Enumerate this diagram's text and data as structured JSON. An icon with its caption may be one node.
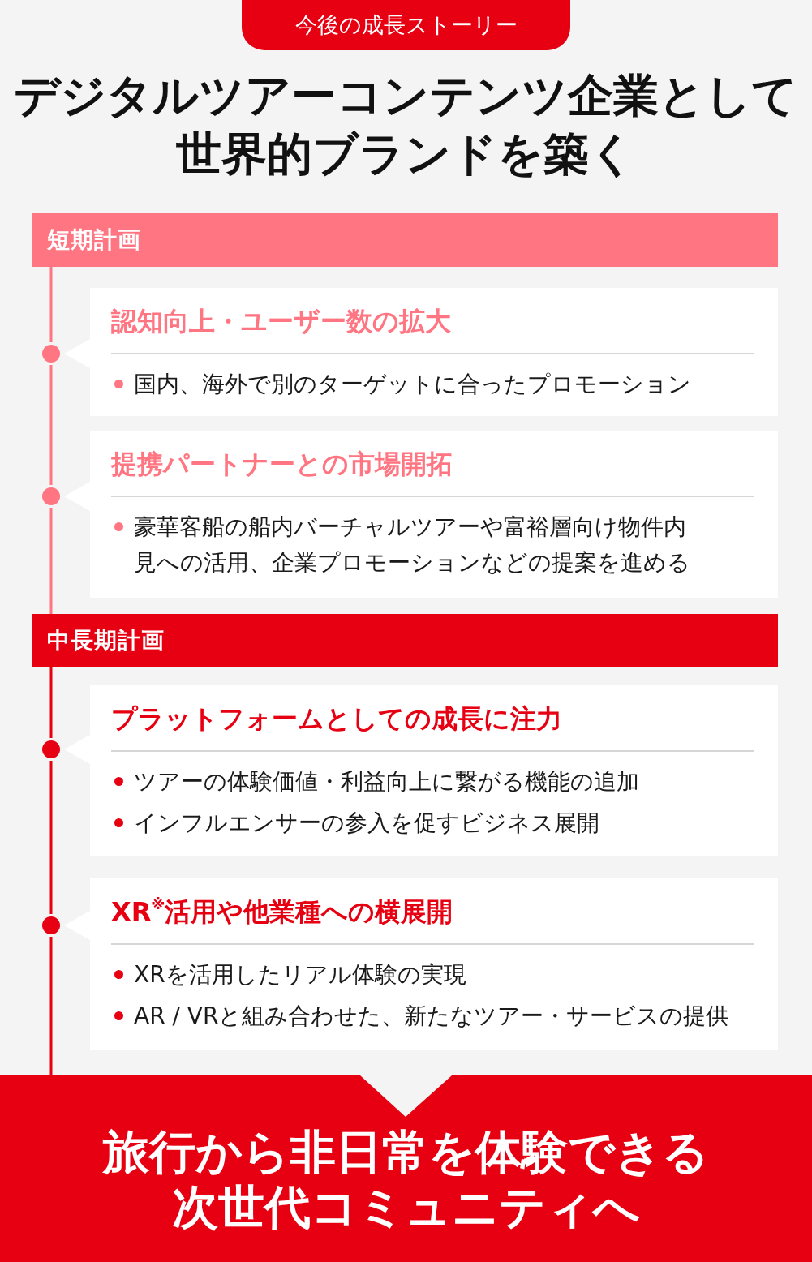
{
  "diagram": {
    "title": "デジタルツアーコンテンツ企業として世界的ブランドを築く",
    "nodes": [
      {
        "text": [
          "今後の成長ストーリー"
        ]
      },
      {
        "text": [
          "短期計画"
        ]
      },
      {
        "text": [],
        "shape": "circle"
      },
      {
        "text": [
          "認知向上・ユーザー数の拡大",
          "国内、海外で別のターゲットに合ったプロモーション"
        ]
      },
      {
        "text": [],
        "shape": "circle"
      },
      {
        "text": [
          "提携パートナーとの市場開拓",
          "豪華客船の船内バーチャルツアーや富裕層向け物件内見への活用、企業プロモーションなどの提案を進める"
        ]
      },
      {
        "text": [
          "中長期計画"
        ]
      },
      {
        "text": [],
        "shape": "circle"
      },
      {
        "text": [
          "プラットフォームとしての成長に注力",
          "ツアーの体験価値・利益向上に繋がる機能の追加",
          "インフルエンサーの参入を促すビジネス展開"
        ]
      },
      {
        "text": [],
        "shape": "circle"
      },
      {
        "text": [
          "XR$^{※}$活用や他業種への横展開",
          "XRを活用したリアル体験の実現",
          "AR / VRと組み合わせた、新たなツアー・サービスの提供"
        ]
      },
      {
        "text": [
          "旅行から非日常を体験できる次世代コミュニティへ"
        ]
      }
    ],
    "edges": [
      {
        "from": 1,
        "to": 2,
        "arrow": "none",
        "color": "#ff7582"
      },
      {
        "from": 2,
        "to": 4,
        "arrow": "none",
        "color": "#ff7582"
      },
      {
        "from": 4,
        "to": 6,
        "arrow": "none",
        "color": "#ff7582"
      },
      {
        "from": 6,
        "to": 7,
        "arrow": "none",
        "color": "#e60012"
      },
      {
        "from": 7,
        "to": 9,
        "arrow": "none",
        "color": "#e60012"
      },
      {
        "from": 9,
        "to": 11,
        "arrow": "none",
        "color": "#e60012"
      }
    ]
  }
}
